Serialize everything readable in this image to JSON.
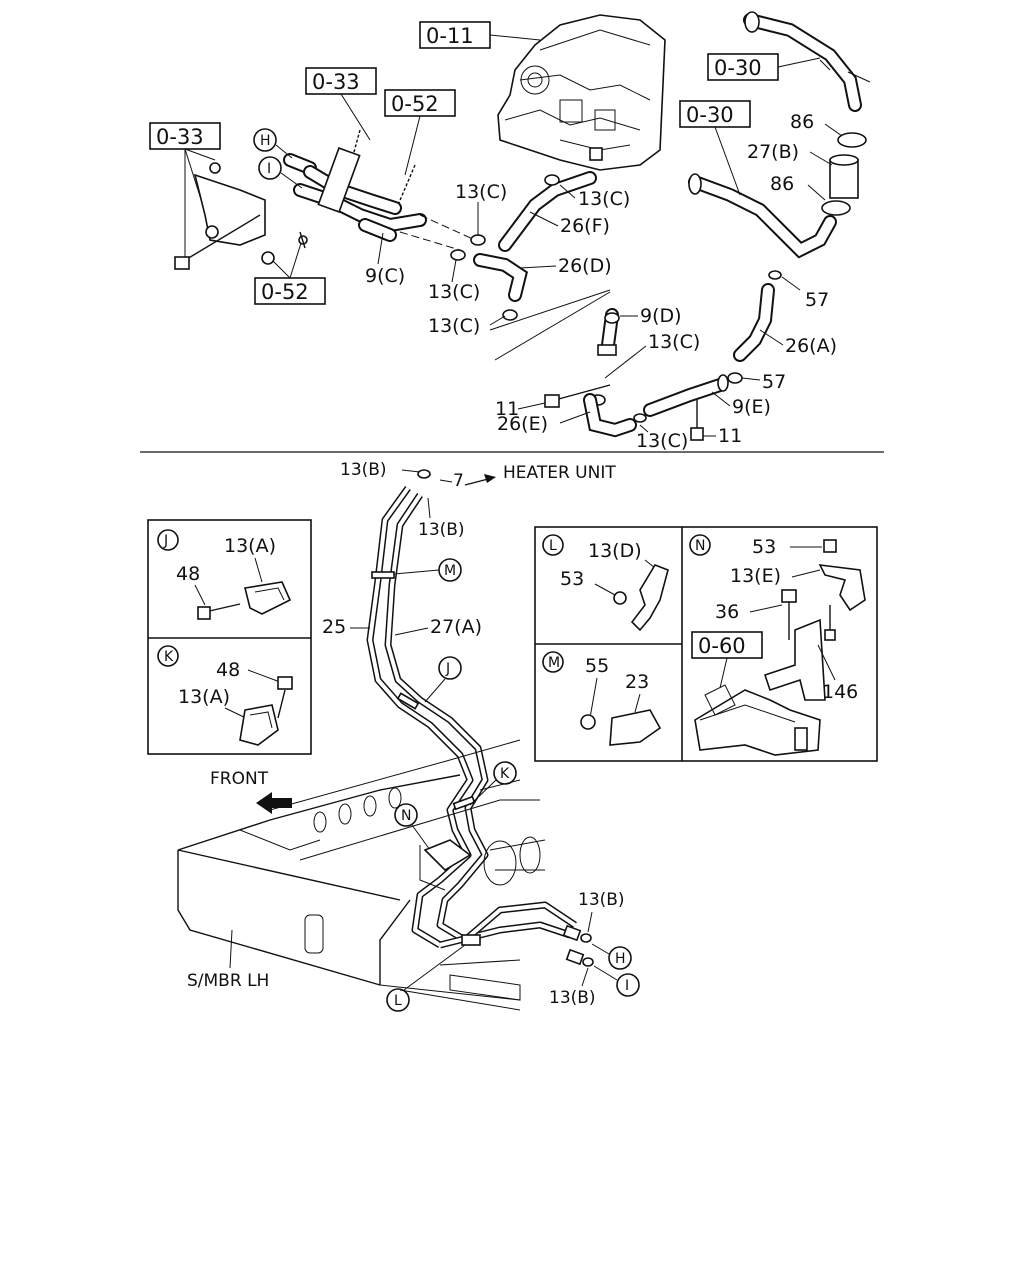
{
  "refs": {
    "r011": "0-11",
    "r033a": "0-33",
    "r033b": "0-33",
    "r052a": "0-52",
    "r052b": "0-52",
    "r030a": "0-30",
    "r030b": "0-30",
    "r060": "0-60"
  },
  "callouts": {
    "c_H": "H",
    "c_I": "I",
    "c_M": "M",
    "c_J": "J",
    "c_K": "K",
    "c_N": "N",
    "c_L": "L",
    "c_H2": "H",
    "c_I2": "I",
    "inset_J": "J",
    "inset_K": "K",
    "inset_L": "L",
    "inset_M": "M",
    "inset_N": "N"
  },
  "labels": {
    "l86a": "86",
    "l27b": "27(B)",
    "l86b": "86",
    "l13c_1": "13(C)",
    "l13c_2": "13(C)",
    "l26f": "26(F)",
    "l26d": "26(D)",
    "l9c": "9(C)",
    "l13c_3": "13(C)",
    "l13c_4": "13(C)",
    "l9d": "9(D)",
    "l13c_5": "13(C)",
    "l57a": "57",
    "l26a": "26(A)",
    "l11a": "11",
    "l57b": "57",
    "l9e": "9(E)",
    "l26e": "26(E)",
    "l13c_6": "13(C)",
    "l11b": "11",
    "l13b_1": "13(B)",
    "l7": "7",
    "heater": "HEATER UNIT",
    "l13b_2": "13(B)",
    "l25": "25",
    "l27a": "27(A)",
    "front": "FRONT",
    "smbr": "S/MBR LH",
    "l13b_3": "13(B)",
    "l13b_4": "13(B)",
    "j13a": "13(A)",
    "j48": "48",
    "k48": "48",
    "k13a": "13(A)",
    "l13d": "13(D)",
    "l53": "53",
    "m55": "55",
    "m23": "23",
    "n53": "53",
    "n13e": "13(E)",
    "n36": "36",
    "n146": "146"
  }
}
